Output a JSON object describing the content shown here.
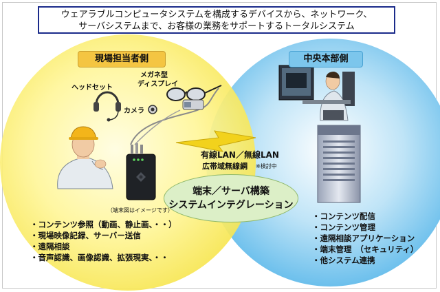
{
  "title": {
    "line1": "ウェアラブルコンピュータシステムを構成するデバイスから、ネットワーク、",
    "line2": "サーバシステムまで、お客様の業務をサポートするトータルシステム"
  },
  "field_side": {
    "label": "現場担当者側",
    "devices": {
      "headset": "ヘッドセット",
      "glasses_line1": "メガネ型",
      "glasses_line2": "ディスプレイ",
      "camera": "カメラ"
    },
    "terminal_note": "（端末図はイメージです）",
    "features": [
      "コンテンツ参照（動画、静止画、・・）",
      "現場映像記録、サーバー送信",
      "遠隔相談",
      "音声認識、画像認識、拡張現実、・・"
    ]
  },
  "hq_side": {
    "label": "中央本部側",
    "features": [
      "コンテンツ配信",
      "コンテンツ管理",
      "遠隔相談アプリケーション",
      "端末管理　（セキュリティ）",
      "他システム連携"
    ]
  },
  "network": {
    "line1": "有線LAN／無線LAN",
    "line2": "広帯域無線網",
    "note": "※検討中"
  },
  "center": {
    "line1": "端末／サーバ構築",
    "line2": "システムインテグレーション"
  },
  "colors": {
    "field_circle": "#fff46a",
    "hq_circle": "#6ec3ee",
    "title_border": "#1a2a8a",
    "center_fill": "#dcefc7"
  }
}
